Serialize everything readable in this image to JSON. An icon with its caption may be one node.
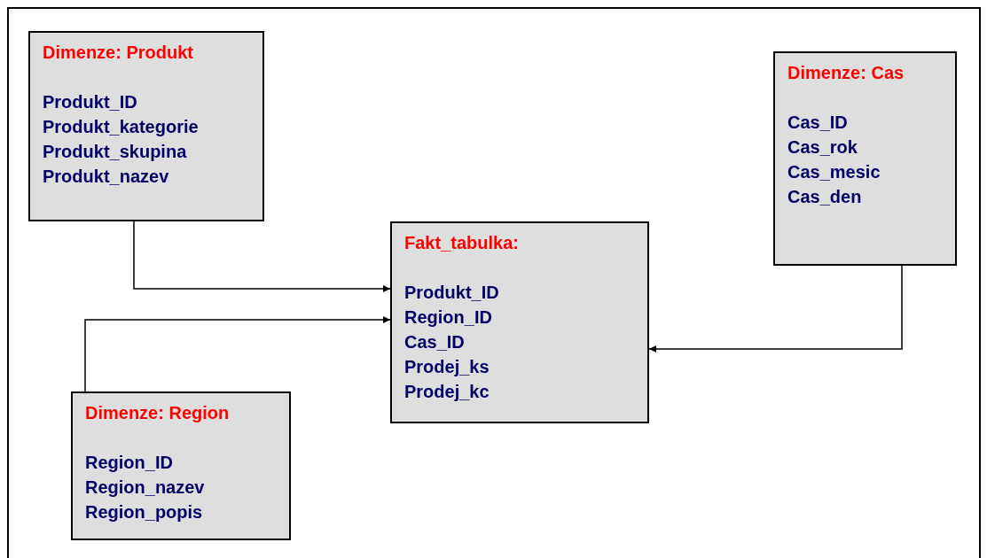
{
  "diagram": {
    "nodes": [
      {
        "text": [
          "Dimenze: Produkt",
          "Produkt_ID",
          "Produkt_kategorie",
          "Produkt_skupina",
          "Produkt_nazev"
        ]
      },
      {
        "text": [
          "Dimenze: Cas",
          "Cas_ID",
          "Cas_rok",
          "Cas_mesic",
          "Cas_den"
        ]
      },
      {
        "text": [
          "Fakt_tabulka:",
          "Produkt_ID",
          "Region_ID",
          "Cas_ID",
          "Prodej_ks",
          "Prodej_kc"
        ]
      },
      {
        "text": [
          "Dimenze: Region",
          "Region_ID",
          "Region_nazev",
          "Region_popis"
        ]
      }
    ],
    "edges": [
      {
        "from": 0,
        "to": 2,
        "arrow": "to"
      },
      {
        "from": 3,
        "to": 2,
        "arrow": "to"
      },
      {
        "from": 1,
        "to": 2,
        "arrow": "to"
      }
    ]
  }
}
